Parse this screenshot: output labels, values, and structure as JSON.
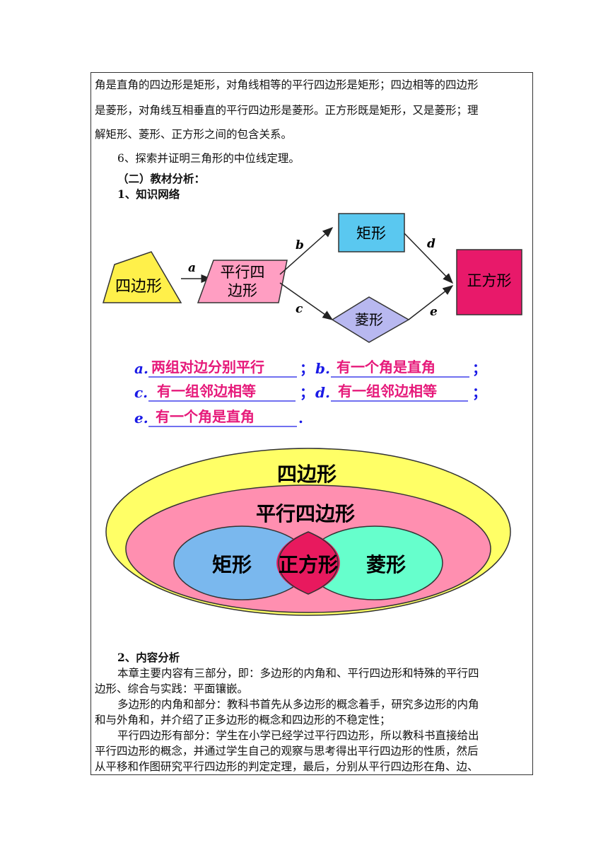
{
  "intro_lines": [
    "角是直角的四边形是矩形，对角线相等的平行四边形是矩形；四边相等的四边形",
    "是菱形，对角线互相垂直的平行四边形是菱形。正方形既是矩形，又是菱形；理",
    "解矩形、菱形、正方形之间的包含关系。"
  ],
  "item6": "6、探索并证明三角形的中位线定理。",
  "section_heading": "（二）教材分析：",
  "sub1": "1、知识网络",
  "flow": {
    "quadrilateral": "四边形",
    "parallelogram_l1": "平行四",
    "parallelogram_l2": "边形",
    "rectangle": "矩形",
    "rhombus": "菱形",
    "square": "正方形",
    "arrow_a": "a",
    "arrow_b": "b",
    "arrow_c": "c",
    "arrow_d": "d",
    "arrow_e": "e"
  },
  "conditions": {
    "a_letter": "a.",
    "a_text": "两组对边分别平行",
    "b_letter": "b.",
    "b_text": "有一个角是直角",
    "c_letter": "c.",
    "c_text": "有一组邻边相等",
    "d_letter": "d.",
    "d_text": "有一组邻边相等",
    "e_letter": "e.",
    "e_text": "有一个角是直角",
    "sep": "；",
    "end": "."
  },
  "venn": {
    "outer": "四边形",
    "middle": "平行四边形",
    "left": "矩形",
    "center": "正方形",
    "right": "菱形"
  },
  "sub2": "2、内容分析",
  "para_lines": [
    "本章主要内容有三部分，即：多边形的内角和、平行四边形和特殊的平行四",
    "边形、综合与实践：平面镶嵌。",
    "多边形的内角和部分：教科书首先从多边形的概念着手，研究多边形的内角",
    "和与外角和，并介绍了正多边形的概念和四边形的不稳定性；",
    "平行四边形有部分：学生在小学已经学过平行四边形，所以教科书直接给出",
    "平行四边形的概念，并通过学生自己的观察与思考得出平行四边形的性质，然后",
    "从平移和作图研究平行四边形的判定定理，最后，分别从平行四边形在角、边、"
  ],
  "colors": {
    "quad_fill": "#fff04a",
    "para_fill": "#ff9ec2",
    "rect_fill": "#5ac8f0",
    "rhombus_fill": "#b8b8f0",
    "square_fill": "#e8196a",
    "cond_blue": "#1a1ae6",
    "cond_pink": "#e6197a",
    "venn_outer": "#ffff66",
    "venn_middle": "#ff8fb0",
    "venn_left": "#7ab8ee",
    "venn_right": "#66ffcc",
    "venn_center": "#e8195e"
  }
}
